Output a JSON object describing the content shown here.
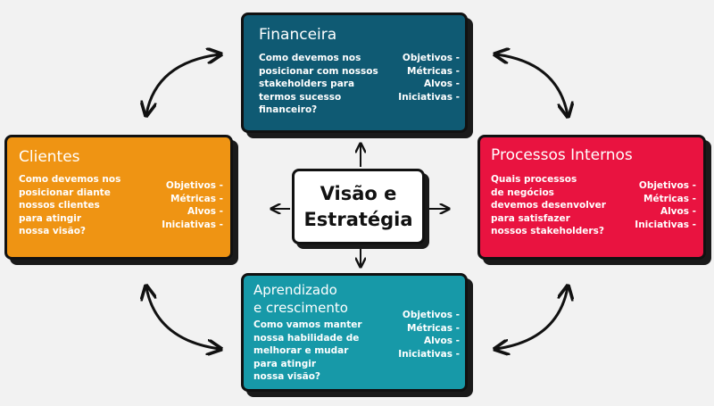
{
  "center": {
    "line1": "Visão e",
    "line2": "Estratégia"
  },
  "financeira": {
    "title": "Financeira",
    "question": [
      "Como devemos nos",
      "posicionar com nossos",
      "stakeholders para",
      "termos sucesso",
      "financeiro?"
    ],
    "metrics": [
      "Objetivos -",
      "Métricas -",
      "Alvos -",
      "Iniciativas -"
    ]
  },
  "clientes": {
    "title": "Clientes",
    "question": [
      "Como devemos nos",
      "posicionar diante",
      "nossos clientes",
      "para atingir",
      "nossa visão?"
    ],
    "metrics": [
      "Objetivos -",
      "Métricas -",
      "Alvos -",
      "Iniciativas -"
    ]
  },
  "processos": {
    "title": "Processos Internos",
    "question": [
      "Quais processos",
      "de negócios",
      "devemos desenvolver",
      "para satisfazer",
      "nossos stakeholders?"
    ],
    "metrics": [
      "Objetivos -",
      "Métricas -",
      "Alvos -",
      "Iniciativas -"
    ]
  },
  "aprendizado": {
    "title_lines": [
      "Aprendizado",
      "e crescimento"
    ],
    "question": [
      "Como vamos manter",
      "nossa habilidade de",
      "melhorar e mudar",
      "para atingir",
      "nossa visão?"
    ],
    "metrics": [
      "Objetivos -",
      "Métricas -",
      "Alvos -",
      "Iniciativas -"
    ]
  },
  "colors": {
    "financeira": "#0f5a73",
    "clientes": "#ef9413",
    "processos": "#e91340",
    "aprendizado": "#1799a8",
    "background": "#f2f2f2",
    "outline": "#111111"
  }
}
